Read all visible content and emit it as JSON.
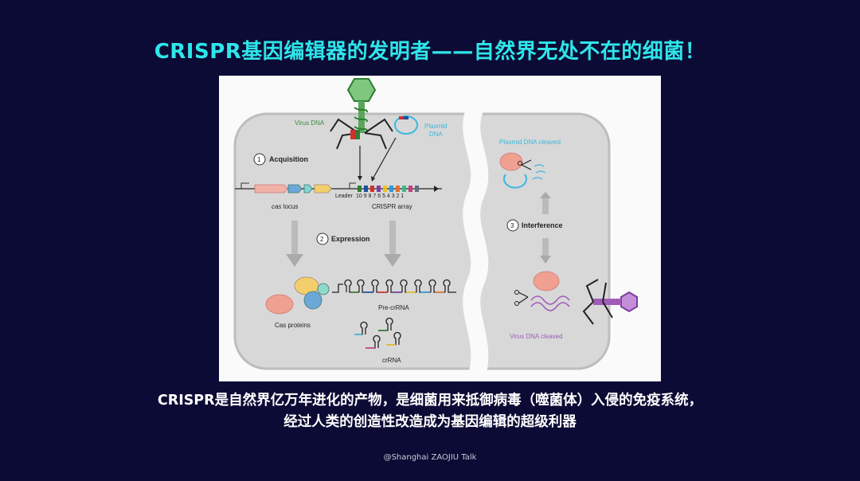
{
  "slide": {
    "title": "CRISPR基因编辑器的发明者——自然界无处不在的细菌！",
    "caption_line1": "CRISPR是自然界亿万年进化的产物，是细菌用来抵御病毒（噬菌体）入侵的免疫系统，",
    "caption_line2": "经过人类的创造性改造成为基因编辑的超级利器",
    "credit": "@Shanghai ZAOJIU Talk"
  },
  "figure": {
    "virus_dna": "Virus DNA",
    "plasmid_dna_line1": "Plasmid",
    "plasmid_dna_line2": "DNA",
    "step1_num": "1",
    "step1_label": "Acquisition",
    "step2_num": "2",
    "step2_label": "Expression",
    "step3_num": "3",
    "step3_label": "Interference",
    "leader": "Leader",
    "spacer_numbers": "10 9 8 7 6 5 4 3 2 1",
    "cas_locus_italic": "cas",
    "cas_locus_rest": " locus",
    "crispr_array": "CRISPR array",
    "pre_crrna": "Pre-crRNA",
    "crrna": "crRNA",
    "cas_proteins": "Cas proteins",
    "plasmid_cleaved": "Plasmid DNA cleaved",
    "virus_cleaved": "Virus DNA cleaved",
    "colors": {
      "virus_green": "#3c8c3c",
      "plasmid_blue": "#3bb8e0",
      "virus_purple": "#a05cb8",
      "salmon": "#f0a090",
      "cell_gray": "#dcdcdc"
    }
  }
}
